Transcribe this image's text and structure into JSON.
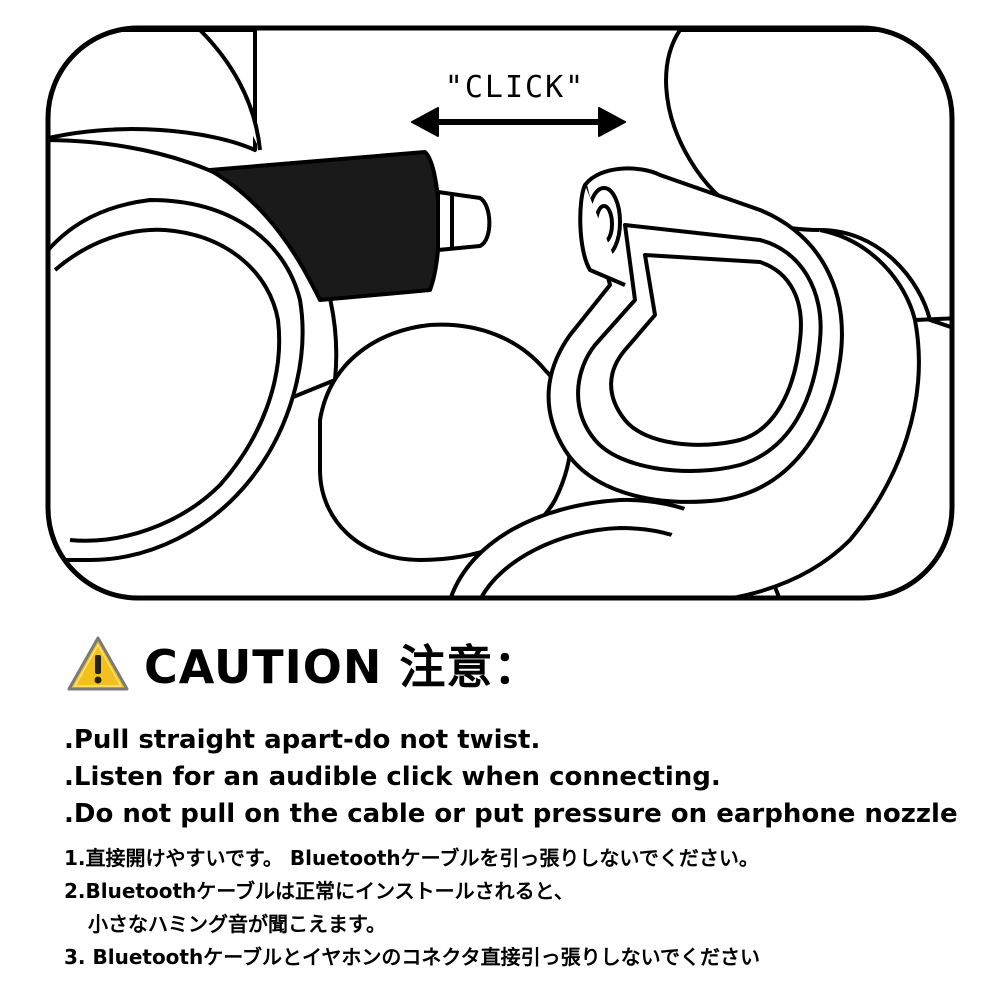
{
  "illustration": {
    "click_label": "\"CLICK\""
  },
  "caution": {
    "title": "CAUTION 注意：",
    "icon": "warning-triangle-icon"
  },
  "instructions_en": [
    ".Pull straight apart-do not twist.",
    ".Listen for an audible click when connecting.",
    ".Do not pull on the cable or put pressure on earphone nozzle"
  ],
  "instructions_jp": [
    "1.直接開けやすいです。 Bluetoothケーブルを引っ張りしないでください。",
    "2.Bluetoothケーブルは正常にインストールされると、",
    "小さなハミング音が聞こえます。",
    "3. Bluetoothケーブルとイヤホンのコネクタ直接引っ張りしないでください"
  ]
}
